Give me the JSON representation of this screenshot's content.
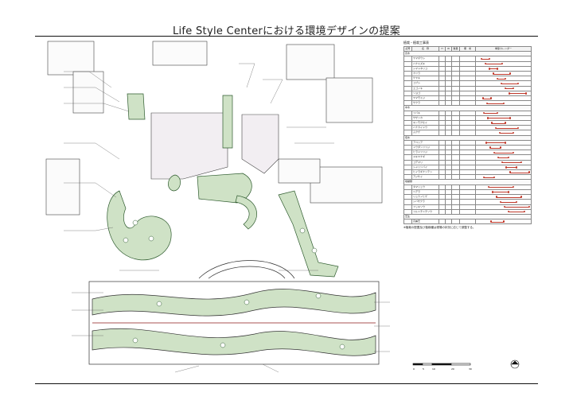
{
  "title": "Life Style Centerにおける環境デザインの提案",
  "schedule": {
    "caption": "植栽・植栽工事表",
    "note": "※植栽の配置及び植栽種は現場の状況に応じて調整する。",
    "headers": [
      "記号",
      "名　称",
      "H",
      "W",
      "数量",
      "備　考"
    ],
    "calendar_header": "季節カレンダー",
    "sections": [
      {
        "label": "高木",
        "rows": [
          "ヤマボウシ",
          "ハナミズキ",
          "シマトネリコ",
          "カツラ",
          "ケヤキ",
          "コブシ",
          "エゴノキ",
          "ソヨゴ",
          "ヤマモミジ",
          "サクラ"
        ]
      },
      {
        "label": "中木",
        "rows": [
          "ツバキ",
          "サザンカ",
          "キンモクセイ",
          "ハナカイドウ",
          "ムクゲ"
        ]
      },
      {
        "label": "低木",
        "rows": [
          "アベリア",
          "ドウダンツツジ",
          "ヒラドツツジ",
          "ユキヤナギ",
          "コデマリ",
          "シャリンバイ",
          "ヒイラギナンテン",
          "アジサイ"
        ]
      },
      {
        "label": "地被類",
        "rows": [
          "タマリュウ",
          "ヘデラ",
          "リュウノヒゲ",
          "シバザクラ",
          "フッキソウ",
          "ツルニチニチソウ"
        ]
      },
      {
        "label": "芝生",
        "rows": [
          "高麗芝"
        ]
      }
    ]
  },
  "scale_labels": [
    "0",
    "5",
    "10",
    "20",
    "30"
  ]
}
